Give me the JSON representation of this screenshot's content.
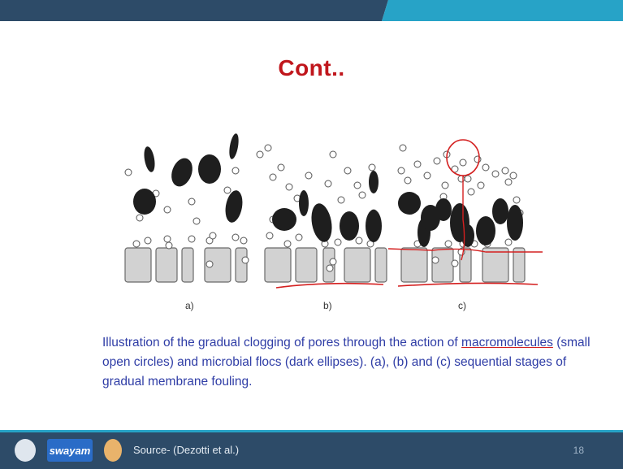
{
  "slide": {
    "title": "Cont..",
    "panel_labels": [
      "a)",
      "b)",
      "c)"
    ],
    "caption_before": "Illustration of the gradual clogging of pores through the action of ",
    "caption_highlight": "macromolecules",
    "caption_after": " (small open circles) and microbial flocs (dark ellipses). (a), (b) and (c) sequential stages of gradual membrane fouling.",
    "colors": {
      "title": "#c0161c",
      "caption": "#2f3da6",
      "annotation": "#d42020",
      "footer": "#2d4b68",
      "top_bar": "#2d4b68",
      "top_bar_accent": "#27a3c7"
    }
  },
  "footer": {
    "logo_swayam": "swayam",
    "source": "Source- (Dezotti et al.)",
    "page_number": "18",
    "icons": [
      "globe-logo-icon",
      "swayam-logo-icon",
      "nptel-logo-icon"
    ]
  }
}
